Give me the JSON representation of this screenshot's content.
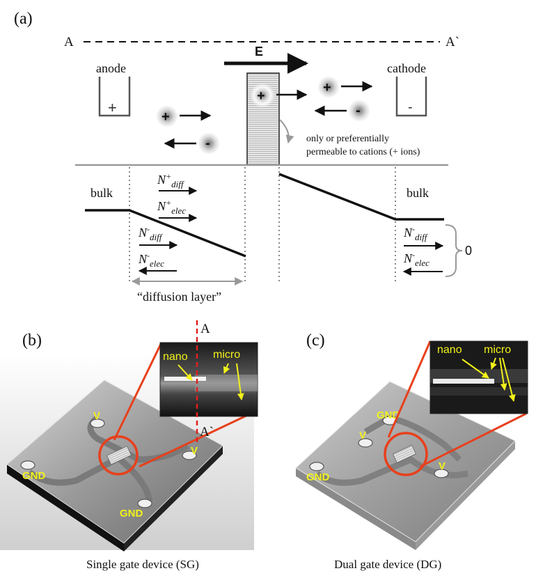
{
  "panel_a": {
    "label": "(a)",
    "section_left": "A",
    "section_right": "A`",
    "field_label": "E",
    "anode_label": "anode",
    "anode_sign": "+",
    "cathode_label": "cathode",
    "cathode_sign": "-",
    "plus_sign": "+",
    "minus_sign": "-",
    "membrane_note_line1": "only or preferentially",
    "membrane_note_line2": "permeable to cations (+ ions)",
    "bulk_left": "bulk",
    "bulk_right": "bulk",
    "flux_n": "N",
    "sup_plus": "+",
    "sup_minus": "-",
    "sub_diff": "diff",
    "sub_elec": "elec",
    "zero_label": "0",
    "diffusion_layer": "“diffusion layer”"
  },
  "panel_b": {
    "label": "(b)",
    "section_top": "A",
    "section_bottom": "A`",
    "inset_nano": "nano",
    "inset_micro": "micro",
    "port_v1": "V",
    "port_v2": "V",
    "port_gnd1": "GND",
    "port_gnd2": "GND",
    "caption": "Single gate device (SG)"
  },
  "panel_c": {
    "label": "(c)",
    "inset_nano": "nano",
    "inset_micro": "micro",
    "port_gnd_top": "GND",
    "port_v_left": "V",
    "port_v_right": "V",
    "port_gnd_left": "GND",
    "caption": "Dual gate device (DG)"
  },
  "colors": {
    "highlight": "#e8401c",
    "port_text": "#f2f21a",
    "section_line": "#e02020"
  }
}
